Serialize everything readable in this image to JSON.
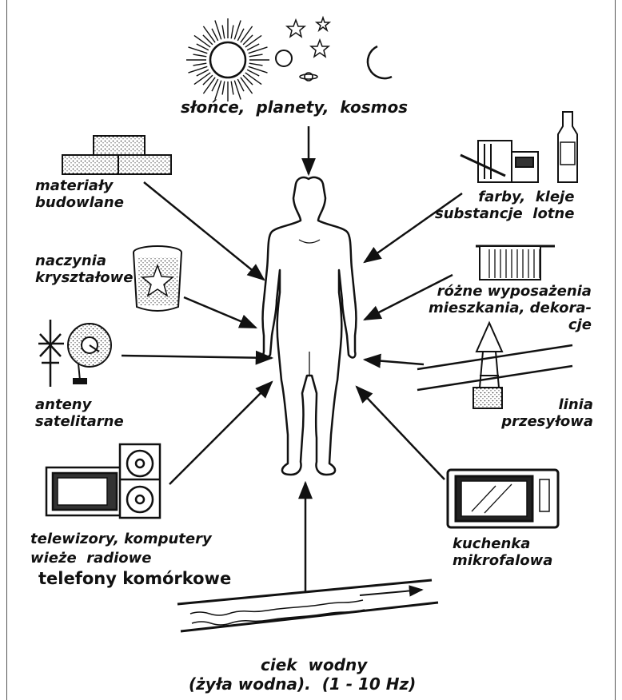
{
  "labels": {
    "cosmos": "słońce,  planety,  kosmos",
    "building_materials": "materiały\nbudowlane",
    "paints": "farby,  kleje\nsubstancje  lotne",
    "crystal": "naczynia\nkryształowe",
    "furnishings": "różne wyposażenia\nmieszkania, dekora-\ncje",
    "antennas": "anteny\nsatelitarne",
    "power_line": "linia\nprzesyłowa",
    "electronics_1": "telewizory, komputery",
    "electronics_2": "wieże  radiowe",
    "electronics_3": "telefony komórkowe",
    "microwave": "kuchenka\nmikrofalowa",
    "water_1": "ciek  wodny",
    "water_2": "(żyła wodna).  (1 - 10 Hz)"
  },
  "colors": {
    "ink": "#111111",
    "background": "#ffffff"
  }
}
